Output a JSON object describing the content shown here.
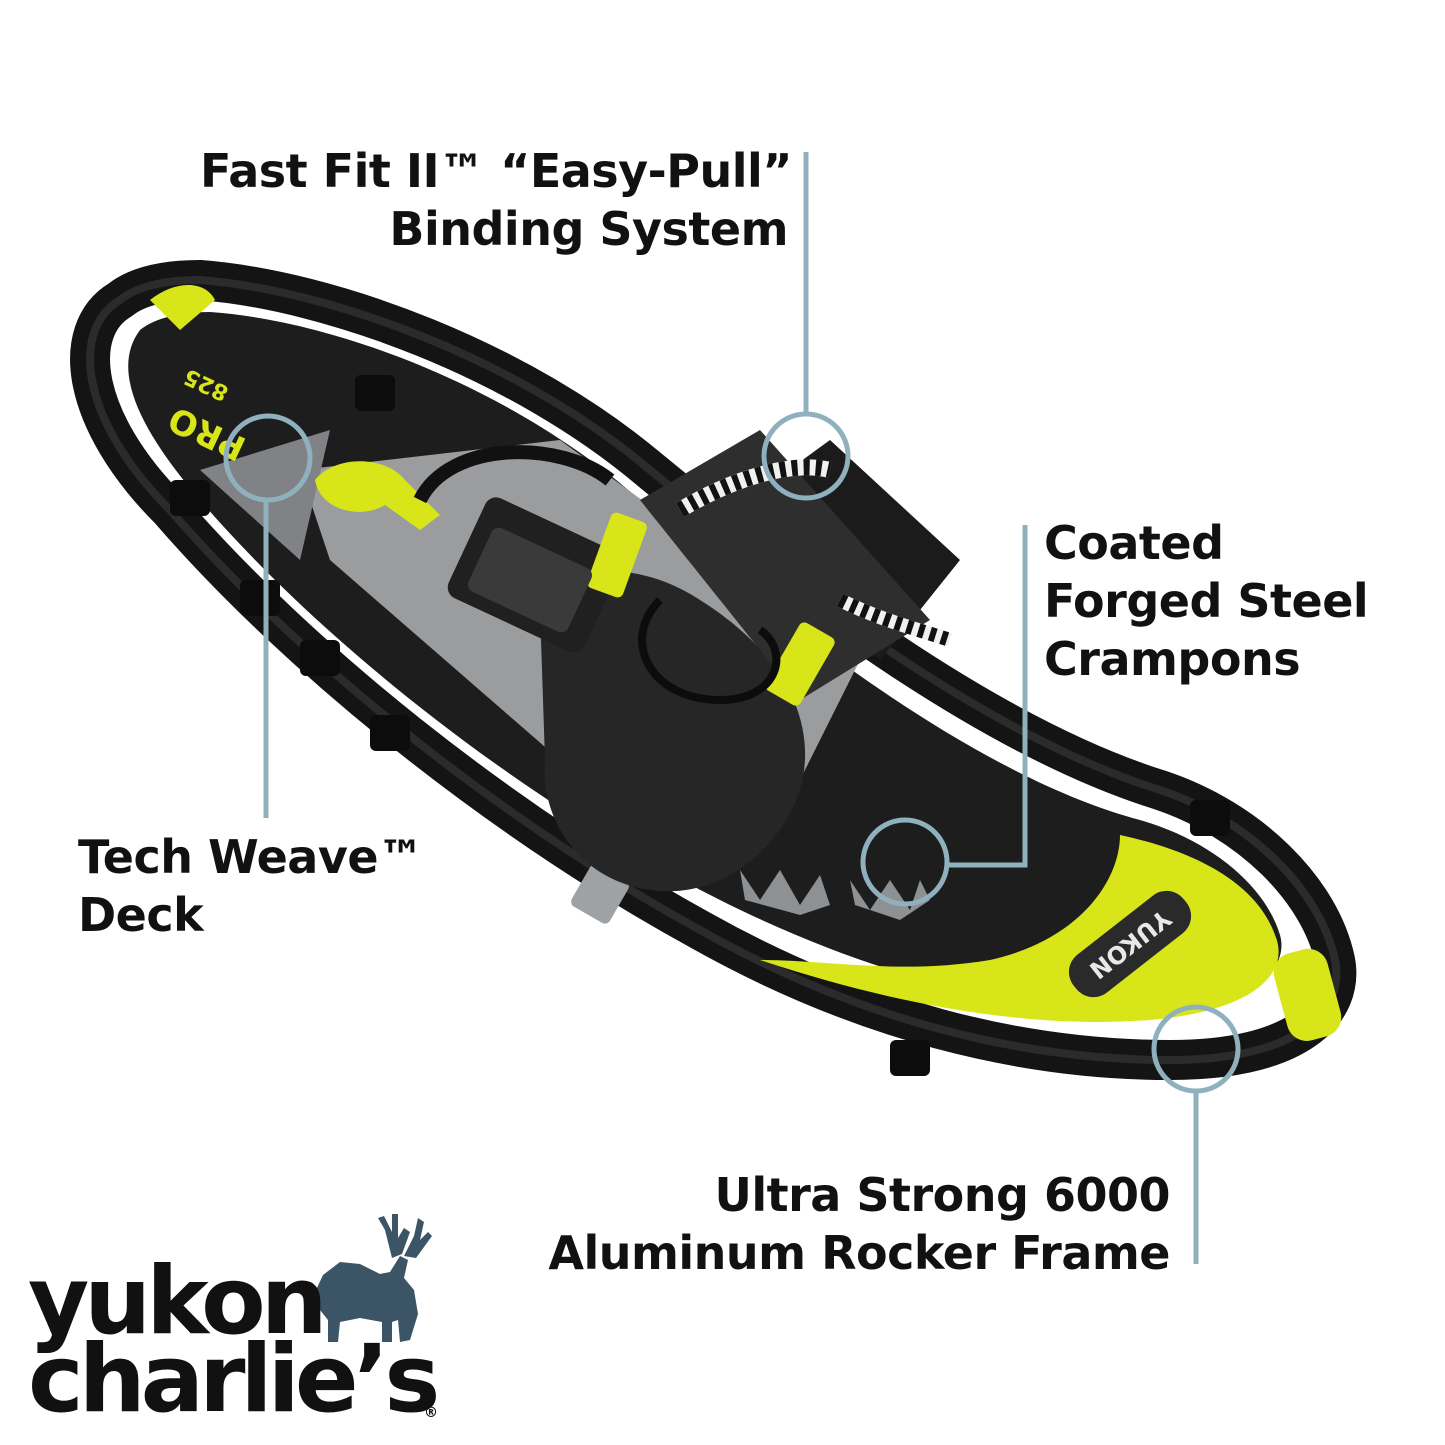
{
  "callouts": {
    "binding": {
      "line1": "Fast Fit II™ “Easy-Pull”",
      "line2": "Binding System"
    },
    "crampons": {
      "line1": "Coated",
      "line2": "Forged Steel",
      "line3": "Crampons"
    },
    "deck": {
      "line1": "Tech Weave™",
      "line2": "Deck"
    },
    "frame": {
      "line1": "Ultra Strong 6000",
      "line2": "Aluminum Rocker Frame"
    }
  },
  "product": {
    "model": "PRO",
    "size": "825",
    "deck_brand": "YUKON"
  },
  "brand": {
    "line1": "yukon",
    "line2": "charlie’s",
    "registered": "®"
  },
  "colors": {
    "accent": "#d8e619",
    "frame": "#141414",
    "deck_gray": "#9a9c9e",
    "callout_line": "#8fb1bd",
    "logo_deer": "#3c5566",
    "text": "#111111"
  }
}
